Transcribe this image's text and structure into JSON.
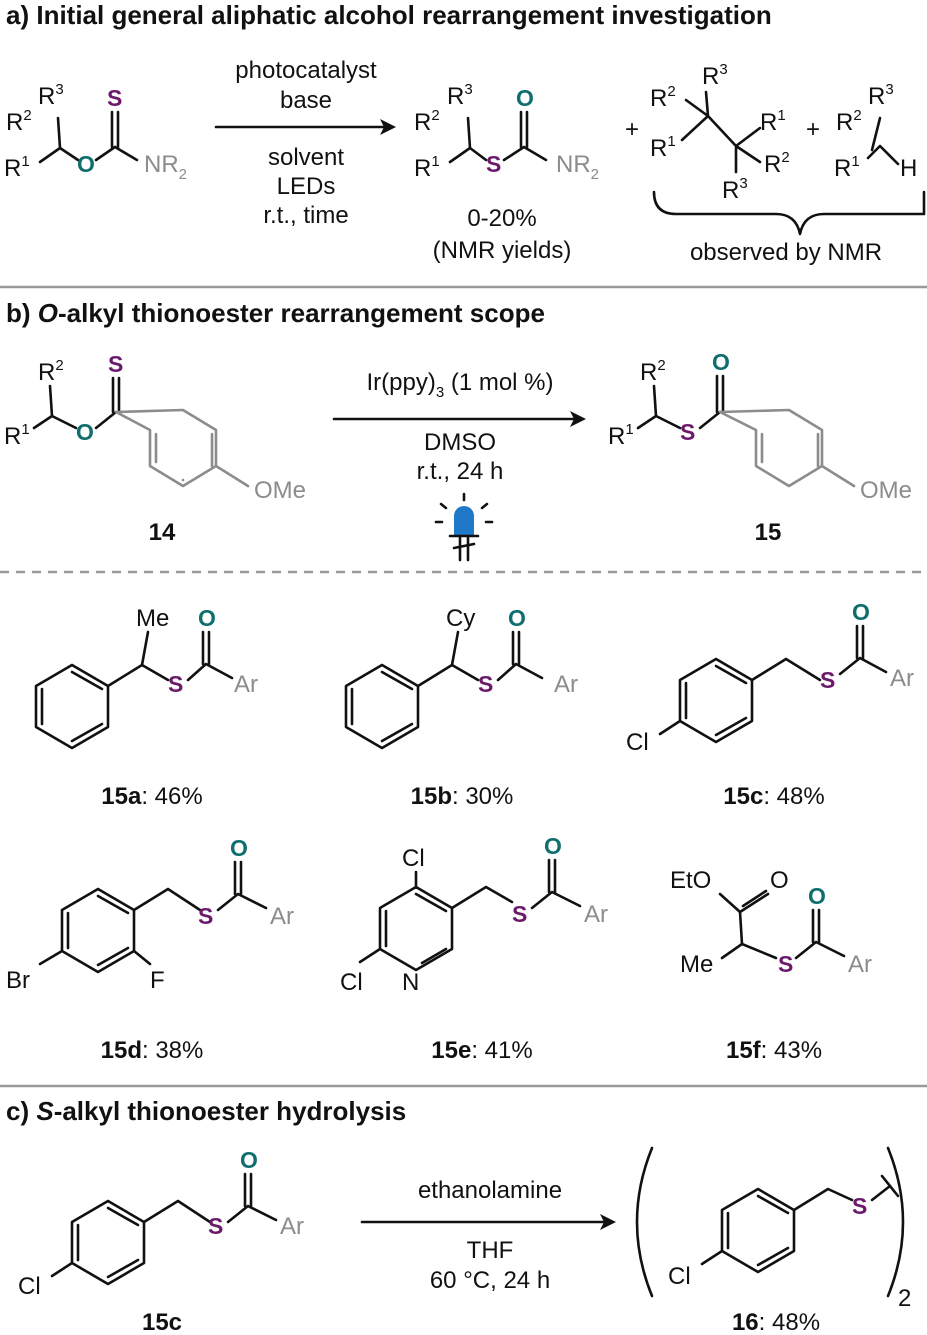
{
  "sections": {
    "a_title": "a) Initial general aliphatic alcohol rearrangement investigation",
    "b_title_prefix": "O",
    "b_title_rest": "-alkyl thionoester rearrangement scope",
    "b_title_label": "b) ",
    "c_title_label": "c) ",
    "c_title_prefix": "S",
    "c_title_rest": "-alkyl thionoester hydrolysis"
  },
  "atoms": {
    "S": "S",
    "O": "O",
    "NR": "NR",
    "two": "2",
    "three": "3",
    "one": "1",
    "R": "R",
    "H": "H",
    "OMe": "OMe",
    "Ar": "Ar",
    "Me": "Me",
    "Cy": "Cy",
    "Cl": "Cl",
    "Br": "Br",
    "F": "F",
    "N": "N",
    "EtO": "EtO"
  },
  "part_a": {
    "conditions_above": [
      "photocatalyst",
      "base"
    ],
    "conditions_below": [
      "solvent",
      "LEDs",
      "r.t., time"
    ],
    "yield": "0-20%",
    "yield_note": "(NMR yields)",
    "plus": "+",
    "observed": "observed by NMR"
  },
  "part_b": {
    "catalyst": "Ir(ppy)",
    "catalyst_sub": "3",
    "catalyst_load": " (1 mol %)",
    "solvent": "DMSO",
    "conditions": "r.t., 24 h",
    "sm_label": "14",
    "product_label": "15",
    "products": [
      {
        "id": "15a",
        "yield": ": 46%"
      },
      {
        "id": "15b",
        "yield": ": 30%"
      },
      {
        "id": "15c",
        "yield": ": 48%"
      },
      {
        "id": "15d",
        "yield": ": 38%"
      },
      {
        "id": "15e",
        "yield": ": 41%"
      },
      {
        "id": "15f",
        "yield": ": 43%"
      }
    ]
  },
  "part_c": {
    "reagent": "ethanolamine",
    "solvent": "THF",
    "conditions": "60 °C, 24 h",
    "sm_label": "15c",
    "product_label": "16",
    "product_yield": ": 48%",
    "dimer_sub": "2"
  },
  "colors": {
    "sulfur": "#6b1a6b",
    "oxygen": "#0f6e6e",
    "gray": "#8c8c8c",
    "led": "#1f78c8"
  }
}
